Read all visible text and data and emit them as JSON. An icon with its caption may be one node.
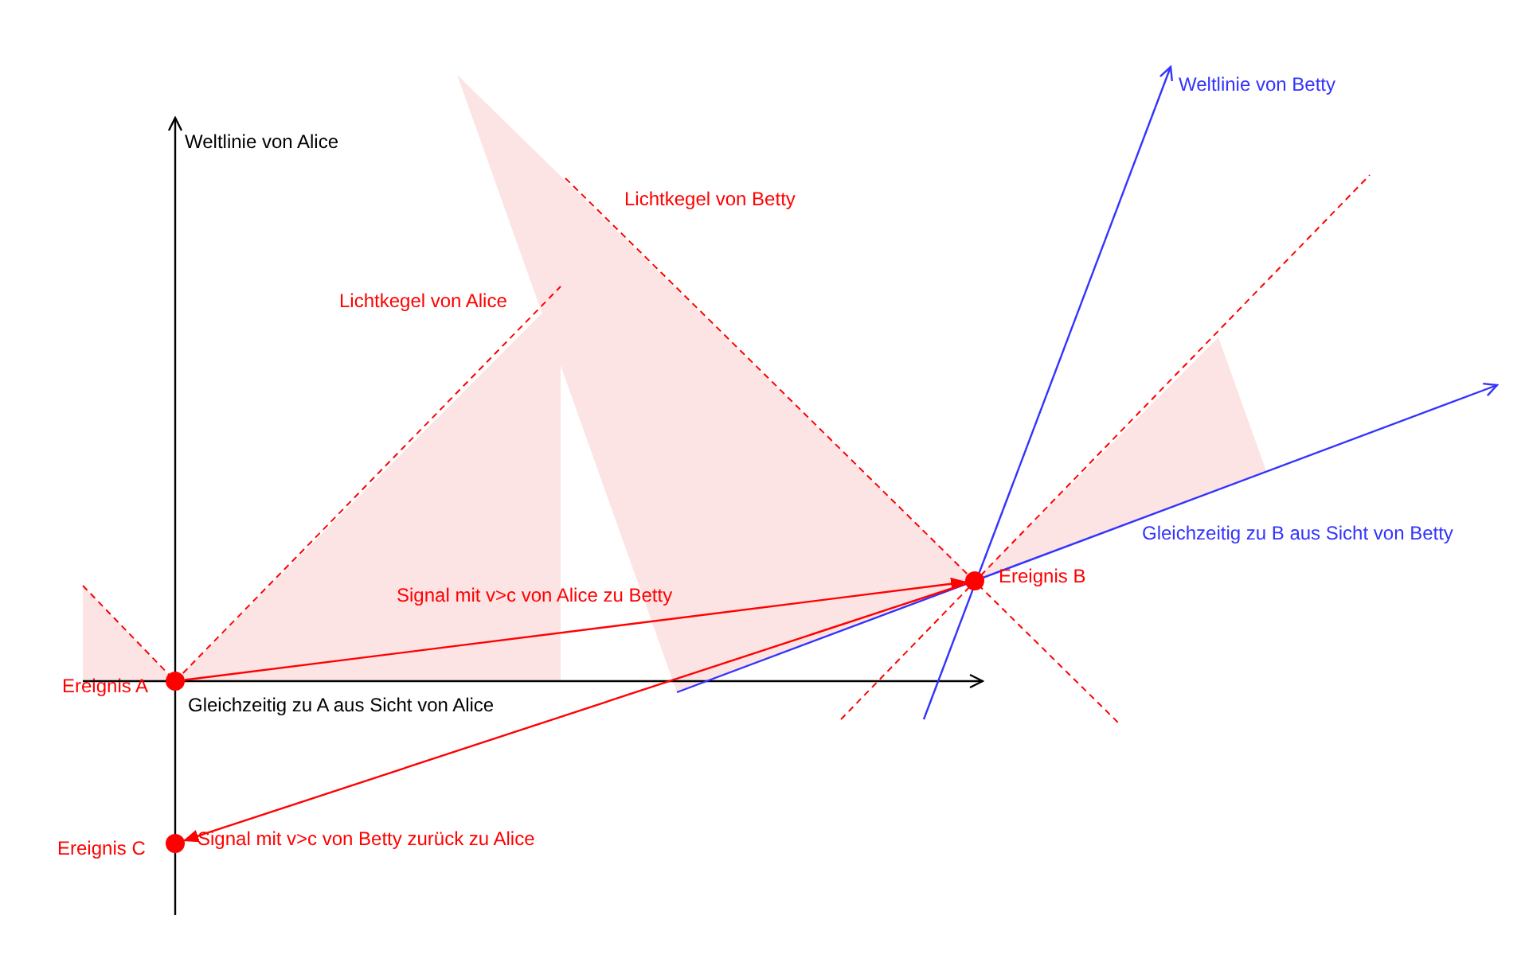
{
  "diagram": {
    "nodes": [
      {
        "text": [],
        "shape": "circle",
        "beside": [
          "Ereignis A"
        ]
      },
      {
        "text": [],
        "shape": "circle",
        "beside": [
          "Ereignis B"
        ]
      },
      {
        "text": [],
        "shape": "circle",
        "beside": [
          "Ereignis C"
        ]
      }
    ],
    "edges": [
      {
        "from": 0,
        "to": 1,
        "arrow": "to",
        "label": "Signal mit v>c von Alice zu Betty"
      },
      {
        "from": 1,
        "to": 2,
        "arrow": "to",
        "label": "Signal mit v>c von Betty zurück zu Alice"
      }
    ],
    "labels": [
      "Weltlinie von Alice",
      "Weltlinie von Betty",
      "Lichtkegel von Betty",
      "Lichtkegel von Alice",
      "Gleichzeitig zu B aus Sicht von Betty",
      "Gleichzeitig zu A aus Sicht von Alice"
    ]
  }
}
